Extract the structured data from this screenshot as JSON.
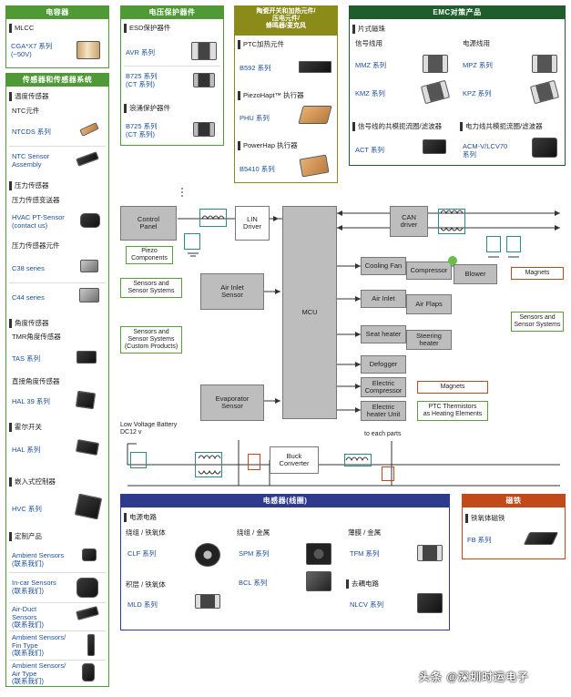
{
  "panels": {
    "capacitor": {
      "title": "电容器",
      "mlcc": "MLCC",
      "cga_l1": "CGA*X7 系列",
      "cga_l2": "(~50V)"
    },
    "sensors": {
      "title": "传感器和传感器系统",
      "temp": "温度传感器",
      "ntc": "NTC元件",
      "ntcds": "NTCDS 系列",
      "ntc_asm_l1": "NTC Sensor",
      "ntc_asm_l2": "Assembly",
      "pressure": "压力传感器",
      "pressure_tx": "压力传感变送器",
      "hvac_l1": "HVAC PT-Sensor",
      "hvac_l2": "(contact us)",
      "pressure_el": "压力传感器元件",
      "c38": "C38 series",
      "c44": "C44 series",
      "angle": "角度传感器",
      "tmr": "TMR角度传感器",
      "tas": "TAS 系列",
      "direct_angle": "直接角度传感器",
      "hal39": "HAL 39 系列",
      "hall": "霍尔开关",
      "hal": "HAL 系列",
      "embedded": "嵌入式控制器",
      "hvc": "HVC 系列",
      "custom": "定制产品",
      "amb_l1": "Ambient Sensors",
      "amb_l2": "(联系我们)",
      "incar_l1": "In-car Sensors",
      "incar_l2": "(联系我们)",
      "airduct_l1": "Air-Duct",
      "airduct_l2": "Sensors",
      "airduct_l3": "(联系我们)",
      "fin_l1": "Ambient Sensors/",
      "fin_l2": "Fin Type",
      "fin_l3": "(联系我们)",
      "airtype_l1": "Ambient Sensors/",
      "airtype_l2": "Air Type",
      "airtype_l3": "(联系我们)"
    },
    "voltage": {
      "title": "电压保护器件",
      "esd": "ESD保护器件",
      "avr": "AVR 系列",
      "b725a_l1": "B725 系列",
      "b725a_l2": "(CT 系列)",
      "surge": "浪涌保护器件",
      "b725b_l1": "B725 系列",
      "b725b_l2": "(CT 系列)"
    },
    "ceramic": {
      "title_l1": "陶瓷开关和加热元件/",
      "title_l2": "压电元件/",
      "title_l3": "蜂鸣器/麦克风",
      "ptc": "PTC加热元件",
      "b592": "B592 系列",
      "piezohapt": "PiezoHapt™ 执行器",
      "phu": "PHU 系列",
      "powerhap": "PowerHap 执行器",
      "b5410": "B5410 系列"
    },
    "emc": {
      "title": "EMC对策产品",
      "chip_bead": "片式磁珠",
      "signal": "信号线用",
      "power": "电源线用",
      "mmz": "MMZ 系列",
      "mpz": "MPZ 系列",
      "kmz": "KMZ 系列",
      "kpz": "KPZ 系列",
      "sig_cm": "信号线的共模扼流圈/滤波器",
      "pwr_cm": "电力线共模扼流圈/滤波器",
      "act": "ACT 系列",
      "acm_l1": "ACM-V/LCV70",
      "acm_l2": "系列"
    },
    "inductor": {
      "title": "电感器(线圈)",
      "power_circuit": "电源电路",
      "wound_ferrite": "绕组 / 铁氧体",
      "wound_metal": "绕组 / 金属",
      "film_metal": "薄膜 / 金属",
      "clf": "CLF 系列",
      "spm": "SPM 系列",
      "tfm": "TFM 系列",
      "laminated_ferrite": "积层 / 铁氧体",
      "bcl": "BCL 系列",
      "mld": "MLD 系列",
      "decoupling": "去耦电路",
      "nlcv": "NLCV 系列"
    },
    "magnet": {
      "title": "磁铁",
      "ferrite_magnet": "铁氧体磁铁",
      "fb": "FB 系列"
    }
  },
  "diagram": {
    "control_panel_l1": "Control",
    "control_panel_l2": "Panel",
    "piezo_l1": "Piezo",
    "piezo_l2": "Components",
    "sens_sys_l1": "Sensors and",
    "sens_sys_l2": "Sensor Systems",
    "sens_custom_l1": "Sensors and",
    "sens_custom_l2": "Sensor Systems",
    "sens_custom_l3": "(Custom Products)",
    "lin_l1": "LIN",
    "lin_l2": "Driver",
    "air_inlet_l1": "Air Inlet",
    "air_inlet_l2": "Sensor",
    "evap_l1": "Evaporator",
    "evap_l2": "Sensor",
    "mcu": "MCU",
    "can_l1": "CAN",
    "can_l2": "driver",
    "cooling_fan": "Cooling Fan",
    "compressor": "Compressor",
    "blower": "Blower",
    "magnets_top": "Magnets",
    "right_sens_l1": "Sensors and",
    "right_sens_l2": "Sensor Systems",
    "air_inlet2": "Air Inlet",
    "air_flaps": "Air Flaps",
    "seat_heater": "Seat heater",
    "steering_l1": "Steering",
    "steering_l2": "heater",
    "defogger": "Defogger",
    "elec_comp_l1": "Electric",
    "elec_comp_l2": "Compressor",
    "magnets_mid": "Magnets",
    "elec_heat_l1": "Electric",
    "elec_heat_l2": "heater Unit",
    "ptc_l1": "PTC Thermistors",
    "ptc_l2": "as Heating Elements",
    "battery_l1": "Low Voltage Battery",
    "battery_l2": "DC12 v",
    "buck_l1": "Buck",
    "buck_l2": "Converter",
    "each_parts": "to each parts"
  },
  "watermark": "头条 @深圳时运电子"
}
